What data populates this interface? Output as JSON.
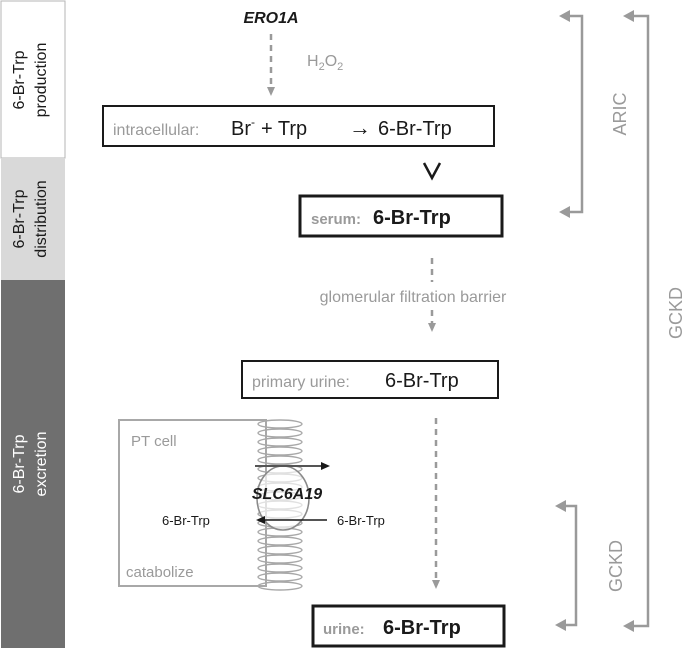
{
  "sections": [
    {
      "line1": "6-Br-Trp",
      "line2": "production",
      "color": "#ffffff",
      "text_color": "#1a1a1a"
    },
    {
      "line1": "6-Br-Trp",
      "line2": "distribution",
      "color": "#d9d9d9",
      "text_color": "#1a1a1a"
    },
    {
      "line1": "6-Br-Trp",
      "line2": "excretion",
      "color": "#6f6f6f",
      "text_color": "#ffffff"
    }
  ],
  "enzyme": "ERO1A",
  "h2o2": {
    "main": "H",
    "sub1": "2",
    "mid": "O",
    "sub2": "2"
  },
  "intracellular": {
    "prefix": "intracellular:",
    "br": "Br",
    "sup": "-",
    "rest": "+ Trp",
    "arrow": "→",
    "product": "6-Br-Trp"
  },
  "serum": {
    "prefix": "serum:",
    "value": "6-Br-Trp"
  },
  "barrier_label": "glomerular filtration barrier",
  "primary_urine": {
    "prefix": "primary urine:",
    "value": "6-Br-Trp"
  },
  "pt_cell": {
    "title": "PT cell",
    "transporter": "SLC6A19",
    "left_label": "6-Br-Trp",
    "right_label": "6-Br-Trp",
    "catabolize": "catabolize"
  },
  "urine": {
    "prefix": "urine:",
    "value": "6-Br-Trp"
  },
  "cohorts": {
    "aric": "ARIC",
    "gckd_outer": "GCKD",
    "gckd_inner": "GCKD"
  },
  "colors": {
    "gray": "#9a9a9a",
    "dark": "#1a1a1a",
    "box_border": "#1a1a1a"
  }
}
